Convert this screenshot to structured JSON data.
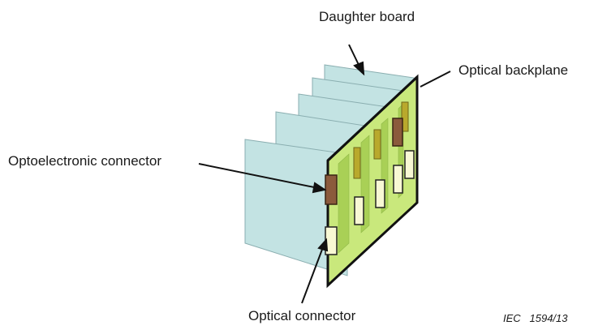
{
  "labels": {
    "daughter_board": "Daughter board",
    "optical_backplane": "Optical backplane",
    "optoelectronic_connector": "Optoelectronic connector",
    "optical_connector": "Optical connector"
  },
  "figure_ref": "IEC   1594/13",
  "colors": {
    "daughter_board_fill": "#c3e3e3",
    "backplane_fill": "#c9e87c",
    "backplane_shade": "#a9d056",
    "backplane_border": "#111111",
    "optoelectronic_fill": "#8b5a3c",
    "optical_fill": "#f8f8d4",
    "olive_fill": "#b9a92c"
  }
}
